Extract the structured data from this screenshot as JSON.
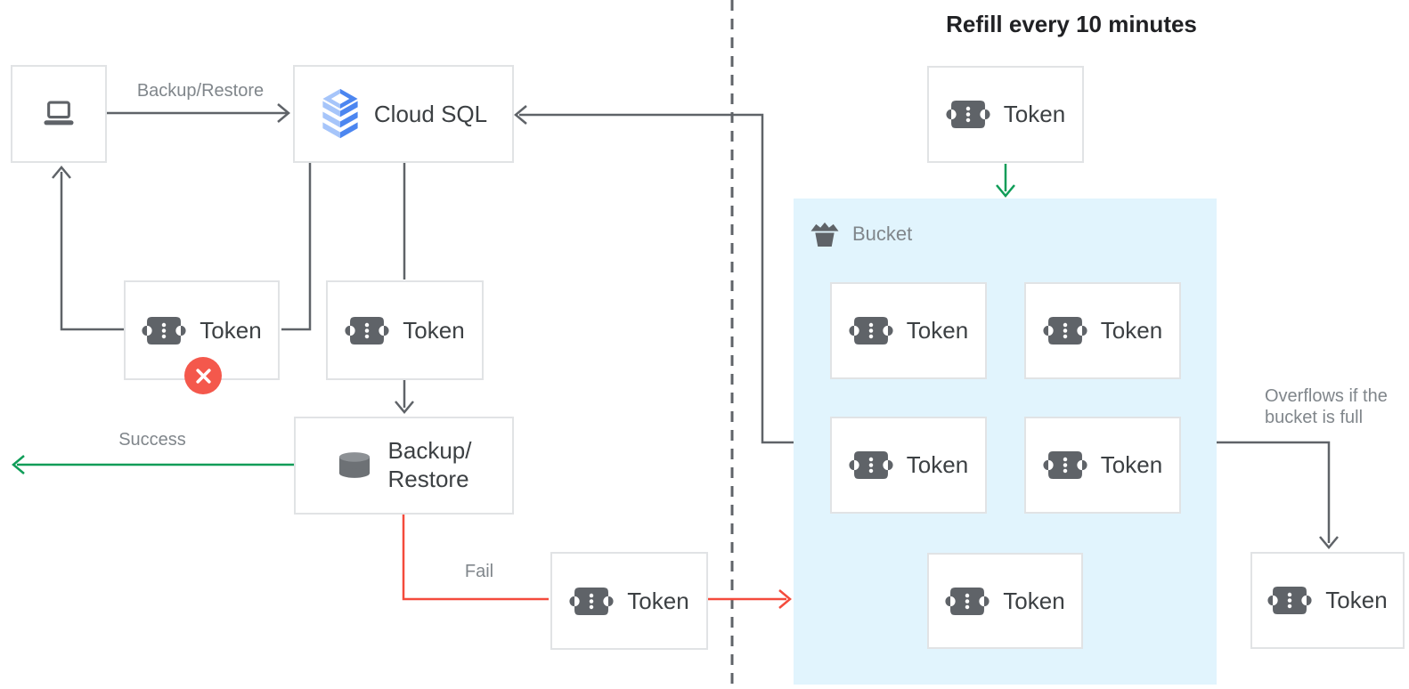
{
  "title": "Refill every 10 minutes",
  "edges": {
    "backup_restore": "Backup/Restore",
    "success": "Success",
    "fail": "Fail",
    "overflow": "Overflows if the bucket is full"
  },
  "nodes": {
    "cloud_sql": {
      "label": "Cloud SQL"
    },
    "backup_restore": {
      "line1": "Backup/",
      "line2": "Restore"
    },
    "token": {
      "label": "Token"
    },
    "bucket": {
      "label": "Bucket"
    }
  },
  "icons": {
    "client": "laptop-icon",
    "cloud_sql": "cloud-sql-icon",
    "token": "token-icon",
    "backup_restore": "database-icon",
    "bucket": "bucket-icon",
    "error_badge": "x-circle-icon"
  },
  "colors": {
    "connector_gray": "#5f6368",
    "success_green": "#0f9d58",
    "fail_red": "#f44b3c",
    "badge_red": "#f4584c",
    "bucket_background": "#e1f4fd",
    "node_border": "#e1e3e5",
    "text_dark": "#3c4043",
    "title_dark": "#202124",
    "text_gray": "#80868b",
    "cloud_sql_blue": "#4c86f0",
    "cloud_sql_light_blue": "#a6c5fa"
  }
}
